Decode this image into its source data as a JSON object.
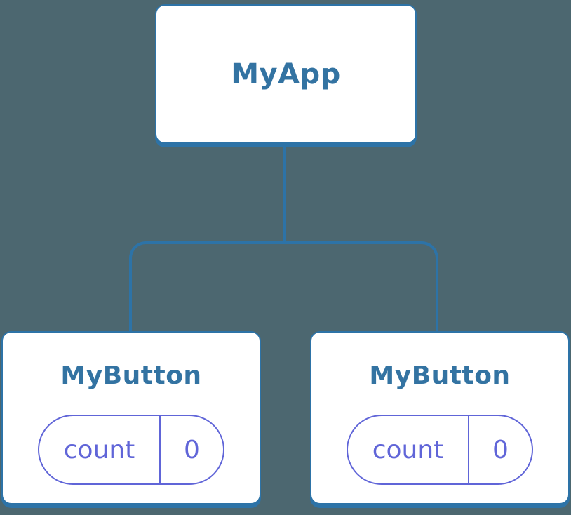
{
  "diagram": {
    "type": "component-tree",
    "root": {
      "label": "MyApp"
    },
    "children": [
      {
        "label": "MyButton",
        "state": {
          "key": "count",
          "value": "0"
        }
      },
      {
        "label": "MyButton",
        "state": {
          "key": "count",
          "value": "0"
        }
      }
    ]
  },
  "colors": {
    "background": "#4c6770",
    "node_fill": "#ffffff",
    "node_border": "#2d73a7",
    "connector": "#2d73a7",
    "title_text": "#3373a2",
    "state_accent": "#6065d8"
  }
}
